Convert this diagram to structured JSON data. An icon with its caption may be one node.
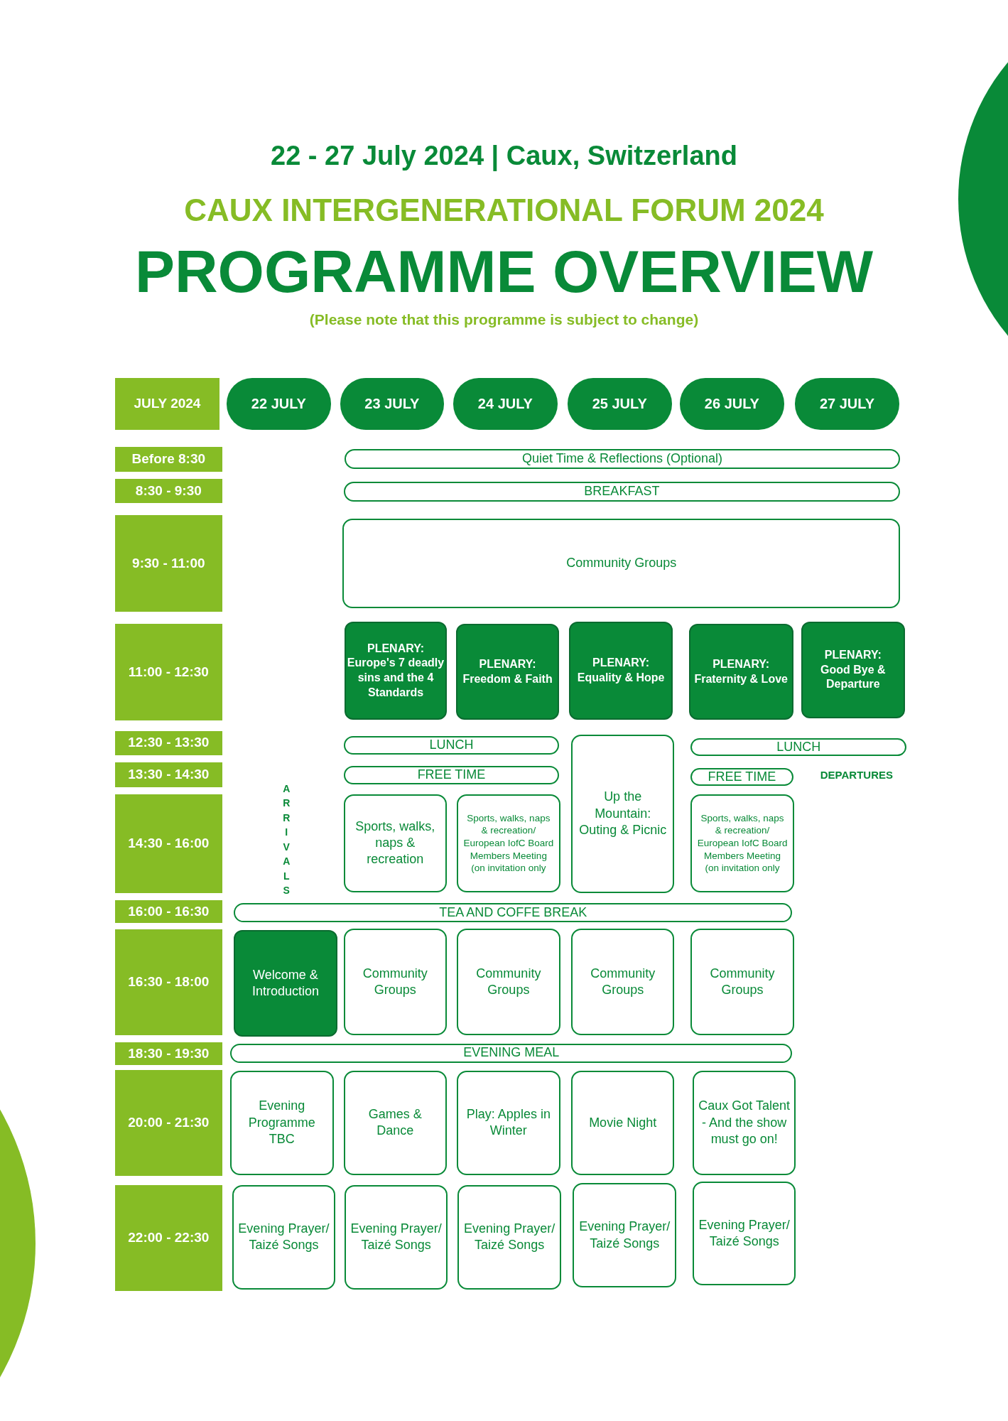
{
  "diagram": {
    "title": "PROGRAMME OVERVIEW",
    "nodes": [
      {
        "text": [
          "JULY 2024"
        ]
      },
      {
        "text": [
          "22 JULY"
        ]
      },
      {
        "text": [
          "23 JULY"
        ]
      },
      {
        "text": [
          "24 JULY"
        ]
      },
      {
        "text": [
          "25 JULY"
        ]
      },
      {
        "text": [
          "26 JULY"
        ]
      },
      {
        "text": [
          "27 JULY"
        ]
      },
      {
        "text": [
          "Before 8:30"
        ]
      },
      {
        "text": [
          "8:30 - 9:30"
        ]
      },
      {
        "text": [
          "9:30 - 11:00"
        ]
      },
      {
        "text": [
          "11:00 - 12:30"
        ]
      },
      {
        "text": [
          "12:30 - 13:30"
        ]
      },
      {
        "text": [
          "13:30 - 14:30"
        ]
      },
      {
        "text": [
          "14:30 - 16:00"
        ]
      },
      {
        "text": [
          "16:00 - 16:30"
        ]
      },
      {
        "text": [
          "16:30 - 18:00"
        ]
      },
      {
        "text": [
          "18:30 - 19:30"
        ]
      },
      {
        "text": [
          "20:00 - 21:30"
        ]
      },
      {
        "text": [
          "22:00 - 22:30"
        ]
      },
      {
        "text": [
          "Quiet Time & Reflections (Optional)"
        ]
      },
      {
        "text": [
          "BREAKFAST"
        ]
      },
      {
        "text": [
          "Community Groups"
        ]
      },
      {
        "text": [
          "PLENARY:",
          "Europe's 7 deadly sins and the 4 Standards"
        ]
      },
      {
        "text": [
          "PLENARY:",
          "Freedom & Faith"
        ]
      },
      {
        "text": [
          "PLENARY:",
          "Equality & Hope"
        ]
      },
      {
        "text": [
          "PLENARY:",
          "Fraternity & Love"
        ]
      },
      {
        "text": [
          "PLENARY:",
          "Good Bye & Departure"
        ]
      },
      {
        "text": [
          "LUNCH"
        ]
      },
      {
        "text": [
          "Up the Mountain: Outing & Picnic"
        ]
      },
      {
        "text": [
          "LUNCH"
        ]
      },
      {
        "text": [
          "FREE TIME"
        ]
      },
      {
        "text": [
          "FREE TIME"
        ]
      },
      {
        "text": [
          "Sports, walks, naps & recreation"
        ]
      },
      {
        "text": [
          "Sports, walks, naps & recreation/ European IofC Board Members Meeting (on invitation only"
        ]
      },
      {
        "text": [
          "Sports, walks, naps & recreation/ European IofC Board Members Meeting (on invitation only"
        ]
      },
      {
        "text": [
          "TEA AND COFFE BREAK"
        ]
      },
      {
        "text": [
          "Welcome & Introduction"
        ]
      },
      {
        "text": [
          "Community Groups"
        ]
      },
      {
        "text": [
          "Community Groups"
        ]
      },
      {
        "text": [
          "Community Groups"
        ]
      },
      {
        "text": [
          "Community Groups"
        ]
      },
      {
        "text": [
          "EVENING MEAL"
        ]
      },
      {
        "text": [
          "Evening Programme TBC"
        ]
      },
      {
        "text": [
          "Games & Dance"
        ]
      },
      {
        "text": [
          "Play: Apples in Winter"
        ]
      },
      {
        "text": [
          "Movie Night"
        ]
      },
      {
        "text": [
          "Caux Got Talent - And the show must go on!"
        ]
      },
      {
        "text": [
          "Evening Prayer/ Taizé Songs"
        ]
      },
      {
        "text": [
          "Evening Prayer/ Taizé Songs"
        ]
      },
      {
        "text": [
          "Evening Prayer/ Taizé Songs"
        ]
      },
      {
        "text": [
          "Evening Prayer/ Taizé Songs"
        ]
      },
      {
        "text": [
          "Evening Prayer/ Taizé Songs"
        ]
      }
    ],
    "edges": [],
    "labels": [
      "22 - 27 July 2024 | Caux, Switzerland",
      "CAUX INTERGENERATIONAL FORUM 2024",
      "(Please note that this programme is subject to change)",
      "ARRIVALS",
      "DEPARTURES"
    ]
  }
}
